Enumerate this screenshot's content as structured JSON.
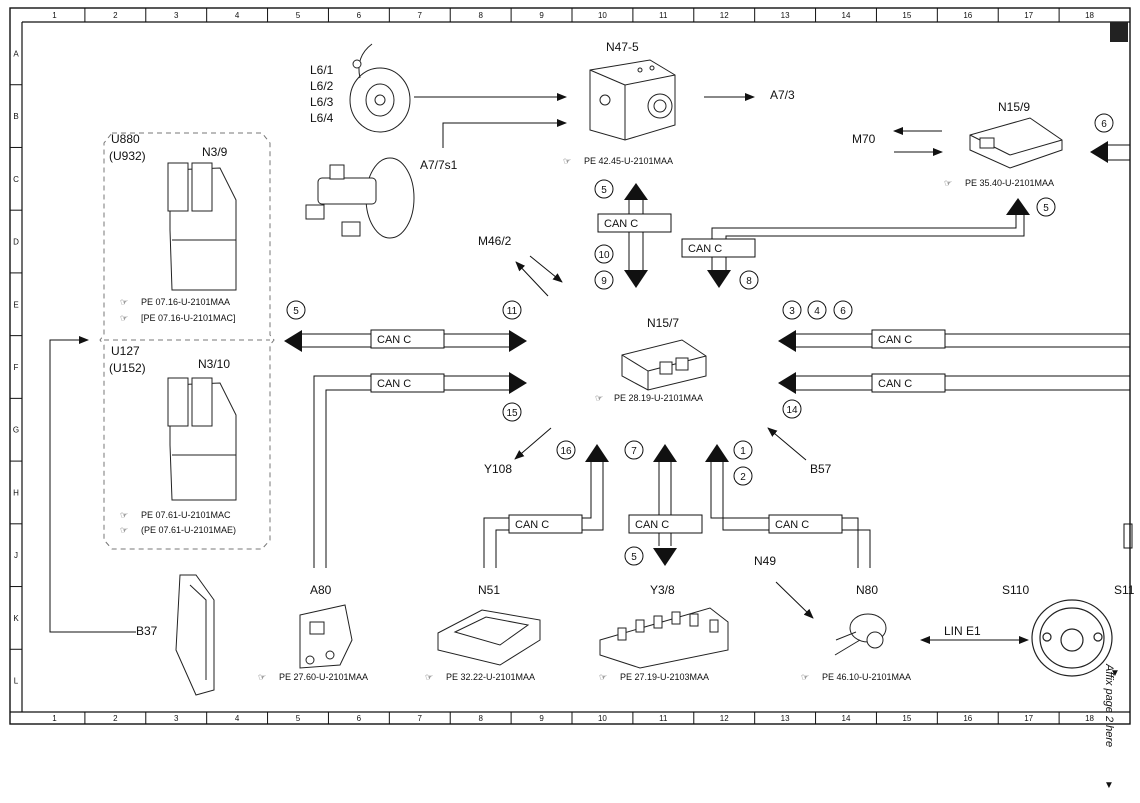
{
  "grid": {
    "columns": [
      "1",
      "2",
      "3",
      "4",
      "5",
      "6",
      "7",
      "8",
      "9",
      "10",
      "11",
      "12",
      "13",
      "14",
      "15",
      "16",
      "17",
      "18"
    ],
    "rows": [
      "A",
      "B",
      "C",
      "D",
      "E",
      "F",
      "G",
      "H",
      "J",
      "K",
      "L"
    ]
  },
  "components": {
    "n47_5": {
      "label": "N47-5",
      "ref": "PE 42.45-U-2101MAA"
    },
    "n15_9": {
      "label": "N15/9",
      "ref": "PE 35.40-U-2101MAA"
    },
    "n15_7": {
      "label": "N15/7",
      "ref": "PE 28.19-U-2101MAA"
    },
    "n3_9": {
      "label": "N3/9",
      "variant_a": "U880",
      "variant_b": "(U932)",
      "ref1": "PE 07.16-U-2101MAA",
      "ref2": "[PE 07.16-U-2101MAC]"
    },
    "n3_10": {
      "label": "N3/10",
      "variant_a": "U127",
      "variant_b": "(U152)",
      "ref1": "PE 07.61-U-2101MAC",
      "ref2": "(PE 07.61-U-2101MAE)"
    },
    "a80": {
      "label": "A80",
      "ref": "PE 27.60-U-2101MAA"
    },
    "n51": {
      "label": "N51",
      "ref": "PE 32.22-U-2101MAA"
    },
    "y3_8": {
      "label": "Y3/8",
      "ref": "PE 27.19-U-2103MAA"
    },
    "n80": {
      "label": "N80",
      "ref": "PE 46.10-U-2101MAA"
    },
    "l6": {
      "labels": [
        "L6/1",
        "L6/2",
        "L6/3",
        "L6/4"
      ]
    },
    "a7_7s1": {
      "label": "A7/7s1"
    },
    "a7_3": {
      "label": "A7/3"
    },
    "m70": {
      "label": "M70"
    },
    "m46_2": {
      "label": "M46/2"
    },
    "y108": {
      "label": "Y108"
    },
    "b57": {
      "label": "B57"
    },
    "b37": {
      "label": "B37"
    },
    "n49": {
      "label": "N49"
    },
    "s110": {
      "label": "S110"
    },
    "s111": {
      "label": "S11"
    }
  },
  "bus": {
    "can": "CAN C",
    "lin": "LIN E1"
  },
  "callouts": {
    "c5a": "5",
    "c10": "10",
    "c9": "9",
    "c8": "8",
    "c6a": "6",
    "c5b": "5",
    "c11": "11",
    "c5c": "5",
    "c3": "3",
    "c4": "4",
    "c6b": "6",
    "c15": "15",
    "c14": "14",
    "c16": "16",
    "c7": "7",
    "c1": "1",
    "c2": "2",
    "c5d": "5"
  },
  "side_note": "Affix page 2 here"
}
